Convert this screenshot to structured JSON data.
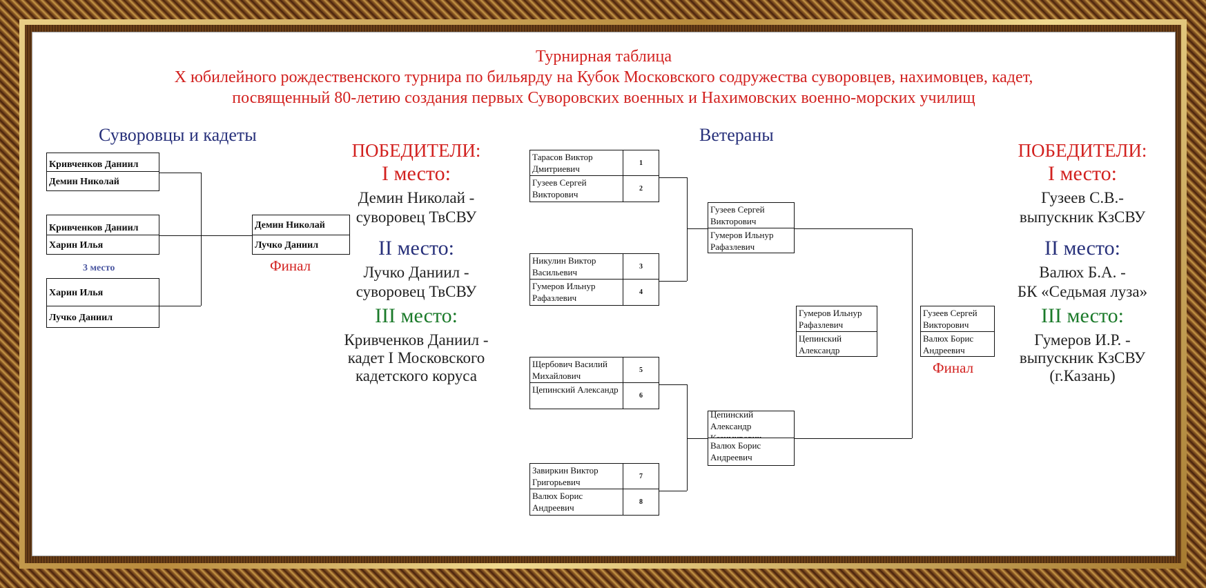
{
  "header": {
    "line1": "Турнирная таблица",
    "line2": "X юбилейного рождественского турнира по бильярду на Кубок Московского содружества суворовцев, нахимовцев, кадет,",
    "line3": "посвященный 80-летию создания первых Суворовских военных и Нахимовских военно-морских училищ"
  },
  "left_section": {
    "title": "Суворовцы и кадеты",
    "match1": [
      "Кривченков Даниил",
      "Демин Николай"
    ],
    "match2": [
      "Кривченков Даниил",
      "Харин Илья"
    ],
    "third_label": "3 место",
    "match3": [
      "Харин Илья",
      "Лучко Даниил"
    ],
    "final": [
      "Демин Николай",
      "Лучко Даниил"
    ],
    "final_label": "Финал"
  },
  "left_winners": {
    "heading": "ПОБЕДИТЕЛИ:",
    "first_label": "I место:",
    "first_line1": "Демин Николай -",
    "first_line2": "суворовец ТвСВУ",
    "second_label": "II место:",
    "second_line1": "Лучко Даниил -",
    "second_line2": "суворовец ТвСВУ",
    "third_label": "III место:",
    "third_line1": "Кривченков Даниил -",
    "third_line2": "кадет I Московского",
    "third_line3": "кадетского коруса"
  },
  "right_section": {
    "title": "Ветераны",
    "r1": [
      {
        "name": "Тарасов Виктор Дмитриевич",
        "num": "1"
      },
      {
        "name": "Гузеев Сергей Викторович",
        "num": "2"
      },
      {
        "name": "Никулин Виктор Васильевич",
        "num": "3"
      },
      {
        "name": "Гумеров Ильнур Рафазлевич",
        "num": "4"
      },
      {
        "name": "Щербович Василий Михайлович",
        "num": "5"
      },
      {
        "name": "Цепинский Александр",
        "num": "6"
      },
      {
        "name": "Завиркин Виктор Григорьевич",
        "num": "7"
      },
      {
        "name": "Валюх Борис Андреевич",
        "num": "8"
      }
    ],
    "r2": [
      "Гузеев Сергей Викторович",
      "Гумеров Ильнур Рафазлевич",
      "Цепинский Александр Казимирович",
      "Валюх Борис Андреевич"
    ],
    "r3": [
      "Гумеров Ильнур Рафазлевич",
      "Цепинский Александр"
    ],
    "final": [
      "Гузеев Сергей Викторович",
      "Валюх Борис Андреевич"
    ],
    "final_label": "Финал"
  },
  "right_winners": {
    "heading": "ПОБЕДИТЕЛИ:",
    "first_label": "I место:",
    "first_line1": "Гузеев С.В.-",
    "first_line2": "выпускник КзСВУ",
    "second_label": "II место:",
    "second_line1": "Валюх Б.А. -",
    "second_line2": "БК «Седьмая луза»",
    "third_label": "III место:",
    "third_line1": "Гумеров И.Р. -",
    "third_line2": "выпускник КзСВУ",
    "third_line3": "(г.Казань)"
  }
}
